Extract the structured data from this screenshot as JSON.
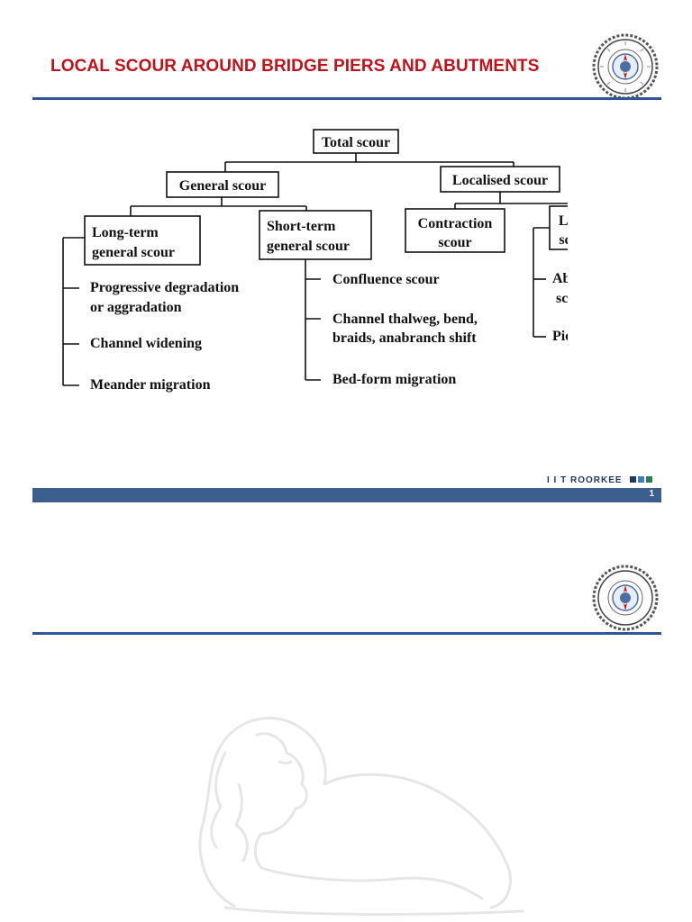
{
  "slide1": {
    "title": "LOCAL SCOUR AROUND BRIDGE PIERS AND ABUTMENTS",
    "diagram": {
      "root": "Total scour",
      "general": "General scour",
      "localised": "Localised scour",
      "long_term": [
        "Long-term",
        "general scour"
      ],
      "short_term": [
        "Short-term",
        "general scour"
      ],
      "contraction": [
        "Contraction",
        "scour"
      ],
      "local": [
        "Local",
        "scour"
      ],
      "long_term_items": [
        [
          "Progressive degradation",
          "or aggradation"
        ],
        [
          "Channel widening"
        ],
        [
          "Meander migration"
        ]
      ],
      "short_term_items": [
        [
          "Confluence scour"
        ],
        [
          "Channel thalweg, bend,",
          "braids, anabranch shift"
        ],
        [
          "Bed-form migration"
        ]
      ],
      "local_items": [
        [
          "Abutment",
          "scour"
        ],
        [
          "Pier scour"
        ]
      ]
    },
    "footer": {
      "brand": "I I T ROORKEE",
      "page_number": "1"
    },
    "colors": {
      "title": "#c0121b",
      "rule": "#2f5597",
      "footer_bar": "#3d5f8f",
      "squares": [
        "#1f3864",
        "#3f7fbf",
        "#2e7d4f"
      ]
    }
  },
  "slide2": {
    "watermark": "lion-watermark"
  }
}
